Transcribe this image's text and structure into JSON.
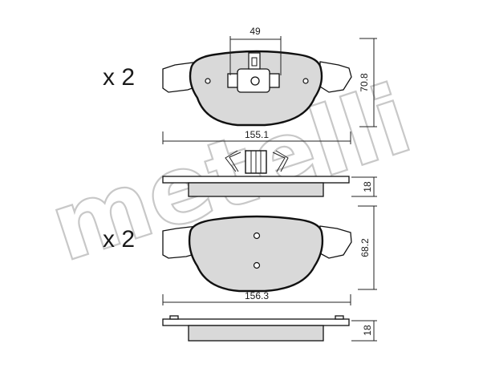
{
  "watermark": {
    "text": "metelli"
  },
  "quantities": {
    "top": "x 2",
    "bottom": "x 2"
  },
  "dimensions": {
    "sensor_width": "49",
    "top_length": "155.1",
    "top_height": "70.8",
    "top_thickness": "18",
    "bottom_length": "156.3",
    "bottom_height": "68.2",
    "bottom_thickness": "18"
  }
}
